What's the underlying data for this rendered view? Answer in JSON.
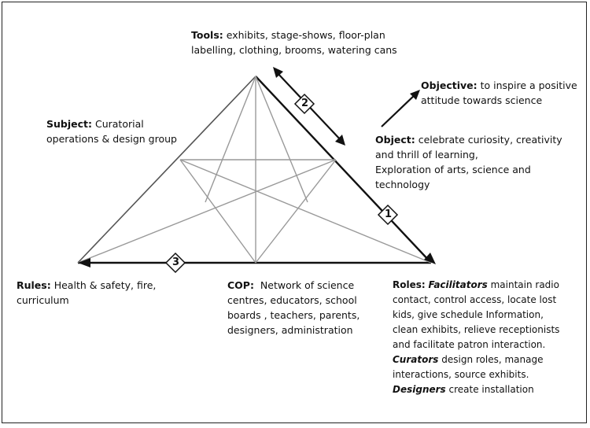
{
  "tools": {
    "head": "Tools:",
    "line1": "exhibits, stage-shows, floor-plan",
    "line2": "labelling, clothing, brooms, watering cans"
  },
  "objective": {
    "head": "Objective:",
    "line1": "to inspire a positive",
    "line2": "attitude towards science"
  },
  "subject": {
    "head": "Subject:",
    "line1": "Curatorial",
    "line2": "operations & design group"
  },
  "object": {
    "head": "Object:",
    "line1": "celebrate curiosity, creativity",
    "line2": "and thrill of learning,",
    "line3": "Exploration of arts, science and",
    "line4": "technology"
  },
  "rules": {
    "head": "Rules:",
    "line1": "Health & safety, fire,",
    "line2": "curriculum"
  },
  "cop": {
    "head": "COP:",
    "line1": "Network of science",
    "line2": "centres, educators, school",
    "line3": "boards , teachers, parents,",
    "line4": "designers, administration"
  },
  "roles": {
    "head": "Roles:",
    "facilitators": "Facilitators",
    "line1_rest": "maintain radio",
    "line2": "contact, control access, locate lost",
    "line3": "kids, give schedule Information,",
    "line4": "clean exhibits, relieve receptionists",
    "line5": "and facilitate patron interaction.",
    "curators": "Curators",
    "line6_rest": "design roles, manage",
    "line7": "interactions, source exhibits.",
    "designers": "Designers",
    "line8_rest": "create installation"
  },
  "markers": {
    "m1": "1",
    "m2": "2",
    "m3": "3"
  }
}
